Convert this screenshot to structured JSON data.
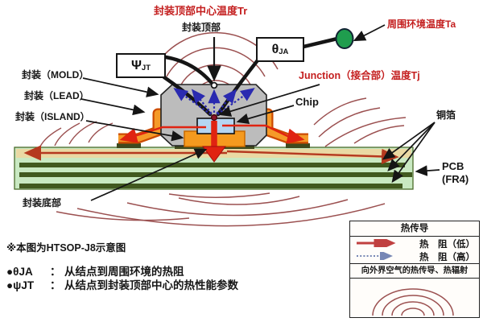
{
  "labels": {
    "package_top_center_temp": "封装顶部中心温度Tr",
    "package_top": "封装顶部",
    "ambient_temp": "周围环境温度Ta",
    "junction_temp": "Junction（接合部）温度Tj",
    "chip": "Chip",
    "mold": "封装（MOLD）",
    "lead": "封装（LEAD）",
    "island": "封装（ISLAND）",
    "package_bottom": "封装底部",
    "copper_foil": "铜箔",
    "pcb_line1": "PCB",
    "pcb_line2": "(FR4)"
  },
  "boxes": {
    "psi": {
      "symbol": "Ψ",
      "sub": "JT"
    },
    "theta": {
      "symbol": "θ",
      "sub": "JA"
    }
  },
  "legend": {
    "title": "热传导",
    "low": "热　阻（低）",
    "high": "热　阻（高）",
    "radiation": "向外界空气的热传导、热辐射"
  },
  "notes": {
    "note": "※本图为HTSOP-J8示意图",
    "bullets": [
      {
        "term": "●θJA",
        "sep": "：",
        "desc": "从结点到周围环境的热阻"
      },
      {
        "term": "●ψJT",
        "sep": "：",
        "desc": "从结点到封装顶部中心的热性能参数"
      }
    ]
  },
  "colors": {
    "label_red": "#c41f1f",
    "mold_gray": "#bcbcbc",
    "lead_orange": "#f59a28",
    "lead_outline": "#cc4a00",
    "chip_blue": "#b5d6f2",
    "pcb_green": "#c9e9c2",
    "copper_dark": "#41591f",
    "solder_tan": "#ead9a4",
    "ambient_green": "#1f9d4e",
    "heat_arrow_red": "#e02311",
    "ripple_red": "#9b5050",
    "dotted_blue": "#2a2ab0"
  }
}
